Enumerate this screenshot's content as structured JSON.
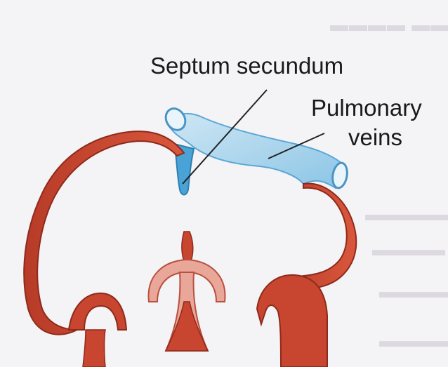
{
  "labels": {
    "septum_secundum": "Septum secundum",
    "pulmonary": "Pulmonary",
    "veins": "veins"
  },
  "colors": {
    "wall": "#c8452f",
    "wall_dark": "#9a2f20",
    "vein": "#a9d3ea",
    "vein_dark": "#5aa7d6",
    "septum": "#4aa3d6",
    "background": "#f4f3f5",
    "leader": "#222222"
  }
}
